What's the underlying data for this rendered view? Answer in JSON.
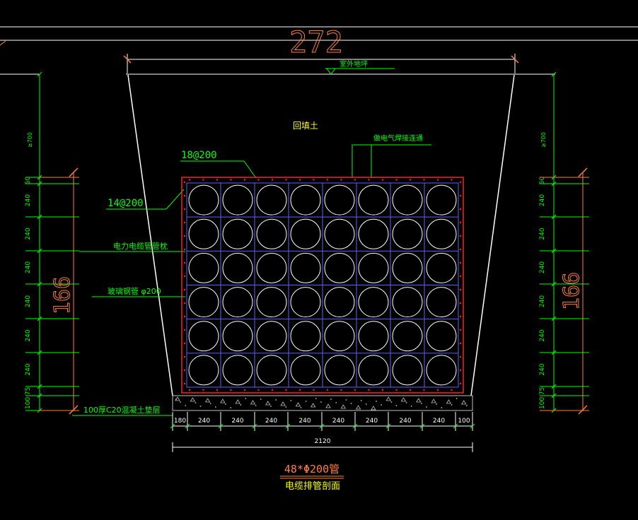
{
  "drawing": {
    "top_dimension": "272",
    "ground_label": "室外地坪",
    "backfill_label": "回填土",
    "grounding_label": "做电气焊接连通",
    "rebar_top": "18@200",
    "rebar_side": "14@200",
    "conduit_label": "电力电缆管管枕",
    "pipe_label": "玻璃钢管 φ200",
    "bedding_label": "100厚C20混凝土垫层",
    "side_dimension_left": "166",
    "side_dimension_right": "166",
    "depth_label_left": "≥700",
    "depth_label_right": "≥700",
    "vertical_dims_left": [
      "50",
      "240",
      "240",
      "240",
      "240",
      "240",
      "240",
      "75",
      "100"
    ],
    "vertical_dims_right": [
      "50",
      "240",
      "240",
      "240",
      "240",
      "240",
      "240",
      "75",
      "100"
    ],
    "horizontal_dims": [
      "180",
      "240",
      "240",
      "240",
      "240",
      "240",
      "240",
      "240",
      "240",
      "100"
    ],
    "total_width": "2120",
    "pipe_count_label": "48*Φ200管",
    "section_title": "电缆排管剖面"
  },
  "colors": {
    "background": "#000000",
    "dimension_green": "#00ff00",
    "annotation_orange": "#ff7f3f",
    "grid_blue": "#6060ff",
    "pipe_white": "#ffffff",
    "encasement_red": "#ff2020",
    "yellow": "#ffff00",
    "grey": "#c0c0c0"
  },
  "grid": {
    "rows": 6,
    "cols": 8
  }
}
